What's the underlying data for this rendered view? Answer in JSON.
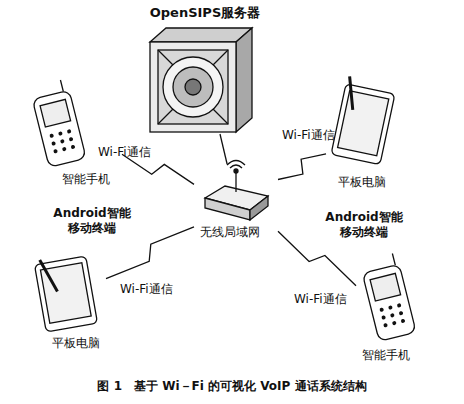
{
  "diagram": {
    "caption": "图 1　基于 Wi－Fi 的可视化 VoIP 通话系统结构",
    "nodes": [
      {
        "text": [
          "OpenSIPS服务器"
        ]
      },
      {
        "text": [
          "智能手机"
        ]
      },
      {
        "text": [
          "平板电脑"
        ]
      },
      {
        "text": [
          "无线局域网"
        ]
      },
      {
        "text": [
          "平板电脑"
        ]
      },
      {
        "text": [
          "智能手机"
        ]
      }
    ],
    "edges": [
      {
        "from": 0,
        "to": 3,
        "arrow": "none"
      },
      {
        "from": 1,
        "to": 3,
        "label": "Wi-Fi通信",
        "arrow": "none"
      },
      {
        "from": 2,
        "to": 3,
        "label": "Wi-Fi通信",
        "arrow": "none"
      },
      {
        "from": 4,
        "to": 3,
        "label": "Wi-Fi通信",
        "arrow": "none"
      },
      {
        "from": 5,
        "to": 3,
        "label": "Wi-Fi通信",
        "arrow": "none"
      }
    ],
    "labels": [
      "Android智能 移动终端",
      "Android智能 移动终端"
    ]
  }
}
